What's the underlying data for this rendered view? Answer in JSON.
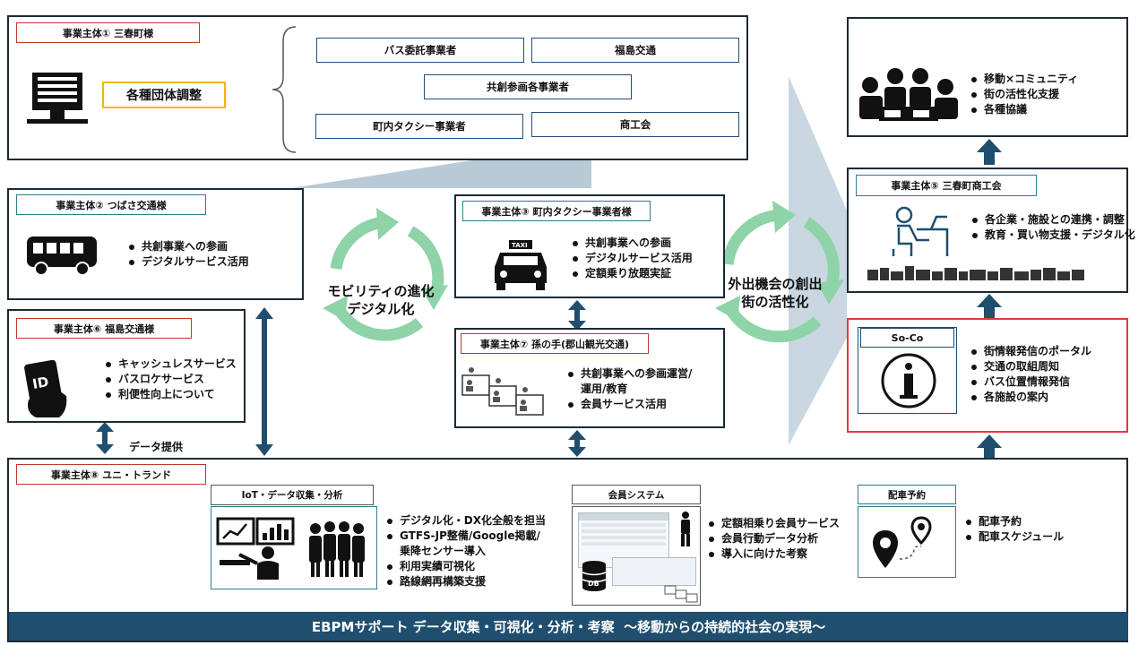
{
  "colors": {
    "navy": "#1f4e6e",
    "dark_border": "#1c2a36",
    "red_border": "#e53935",
    "teal": "#2e7d8c",
    "cycle_green": "#8fd3a8",
    "wedge_blue": "#b7cad6"
  },
  "entity1": {
    "label": "事業主体① 三春町様",
    "central": "各種団体調整",
    "partners": [
      "バス委託事業者",
      "福島交通",
      "共創参画各事業者",
      "町内タクシー事業者",
      "商工会"
    ]
  },
  "entity2": {
    "label": "事業主体② つばさ交通様",
    "items": [
      "共創事業への参画",
      "デジタルサービス活用"
    ]
  },
  "entity6": {
    "label": "事業主体⑥ 福島交通様",
    "items": [
      "キャッシュレスサービス",
      "バスロケサービス",
      "利便性向上について"
    ]
  },
  "entity3": {
    "label": "事業主体③ 町内タクシー事業者様",
    "items": [
      "共創事業への参画",
      "デジタルサービス活用",
      "定額乗り放題実証"
    ]
  },
  "entity7": {
    "label": "事業主体⑦ 孫の手(郡山観光交通)",
    "items": [
      "共創事業への参画運営/",
      "運用/教育",
      "会員サービス活用"
    ]
  },
  "cycle_left": {
    "line1": "モビリティの進化",
    "line2": "デジタル化"
  },
  "cycle_right": {
    "line1": "外出機会の創出",
    "line2": "街の活性化"
  },
  "community": {
    "items": [
      "移動×コミュニティ",
      "街の活性化支援",
      "各種協議"
    ]
  },
  "entity5": {
    "label": "事業主体⑤ 三春町商工会",
    "items": [
      "各企業・施設との連携・調整",
      "教育・買い物支援・デジタル化"
    ]
  },
  "soco": {
    "label": "So-Co",
    "items": [
      "街情報発信のポータル",
      "交通の取組周知",
      "バス位置情報発信",
      "各施設の案内"
    ]
  },
  "data_flow_label": "データ提供",
  "entity8": {
    "label": "事業主体⑧ ユニ・トランド",
    "iot": {
      "label": "IoT・データ収集・分析",
      "items": [
        "デジタル化・DX化全般を担当",
        "GTFS-JP整備/Google掲載/",
        "乗降センサー導入",
        "利用実績可視化",
        "路線網再構築支援"
      ]
    },
    "member": {
      "label": "会員システム",
      "items": [
        "定額相乗り会員サービス",
        "会員行動データ分析",
        "導入に向けた考察"
      ],
      "db_label": "DB"
    },
    "dispatch": {
      "label": "配車予約",
      "items": [
        "配車予約",
        "配車スケジュール"
      ]
    }
  },
  "footer": "EBPMサポート データ収集・可視化・分析・考察  ～移動からの持続的社会の実現～"
}
